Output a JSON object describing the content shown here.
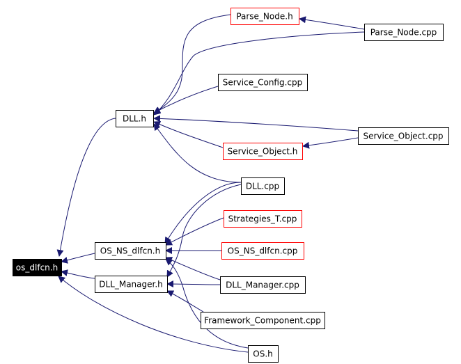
{
  "graph": {
    "nodes": [
      {
        "id": "os_dlfcn_h",
        "label": "os_dlfcn.h",
        "border": "#000000",
        "fill": "#000000",
        "text": "#ffffff"
      },
      {
        "id": "dll_h",
        "label": "DLL.h",
        "border": "#000000",
        "fill": "#ffffff",
        "text": "#000000"
      },
      {
        "id": "os_ns_dlfcn_h",
        "label": "OS_NS_dlfcn.h",
        "border": "#000000",
        "fill": "#ffffff",
        "text": "#000000"
      },
      {
        "id": "dll_manager_h",
        "label": "DLL_Manager.h",
        "border": "#000000",
        "fill": "#ffffff",
        "text": "#000000"
      },
      {
        "id": "parse_node_h",
        "label": "Parse_Node.h",
        "border": "#ff0000",
        "fill": "#ffffff",
        "text": "#000000"
      },
      {
        "id": "parse_node_cpp",
        "label": "Parse_Node.cpp",
        "border": "#000000",
        "fill": "#ffffff",
        "text": "#000000"
      },
      {
        "id": "service_config_cpp",
        "label": "Service_Config.cpp",
        "border": "#000000",
        "fill": "#ffffff",
        "text": "#000000"
      },
      {
        "id": "service_object_cpp",
        "label": "Service_Object.cpp",
        "border": "#000000",
        "fill": "#ffffff",
        "text": "#000000"
      },
      {
        "id": "service_object_h",
        "label": "Service_Object.h",
        "border": "#ff0000",
        "fill": "#ffffff",
        "text": "#000000"
      },
      {
        "id": "dll_cpp",
        "label": "DLL.cpp",
        "border": "#000000",
        "fill": "#ffffff",
        "text": "#000000"
      },
      {
        "id": "strategies_t_cpp",
        "label": "Strategies_T.cpp",
        "border": "#ff0000",
        "fill": "#ffffff",
        "text": "#000000"
      },
      {
        "id": "os_ns_dlfcn_cpp",
        "label": "OS_NS_dlfcn.cpp",
        "border": "#ff0000",
        "fill": "#ffffff",
        "text": "#000000"
      },
      {
        "id": "dll_manager_cpp",
        "label": "DLL_Manager.cpp",
        "border": "#000000",
        "fill": "#ffffff",
        "text": "#000000"
      },
      {
        "id": "framework_component_cpp",
        "label": "Framework_Component.cpp",
        "border": "#000000",
        "fill": "#ffffff",
        "text": "#000000"
      },
      {
        "id": "os_h",
        "label": "OS.h",
        "border": "#000000",
        "fill": "#ffffff",
        "text": "#000000"
      }
    ],
    "edges": [
      {
        "from": "dll_h",
        "to": "os_dlfcn_h"
      },
      {
        "from": "os_ns_dlfcn_h",
        "to": "os_dlfcn_h"
      },
      {
        "from": "dll_manager_h",
        "to": "os_dlfcn_h"
      },
      {
        "from": "os_h",
        "to": "os_dlfcn_h"
      },
      {
        "from": "parse_node_h",
        "to": "dll_h"
      },
      {
        "from": "parse_node_cpp",
        "to": "dll_h"
      },
      {
        "from": "service_config_cpp",
        "to": "dll_h"
      },
      {
        "from": "service_object_cpp",
        "to": "dll_h"
      },
      {
        "from": "service_object_h",
        "to": "dll_h"
      },
      {
        "from": "dll_cpp",
        "to": "dll_h"
      },
      {
        "from": "parse_node_cpp",
        "to": "parse_node_h"
      },
      {
        "from": "service_object_cpp",
        "to": "service_object_h"
      },
      {
        "from": "dll_cpp",
        "to": "os_ns_dlfcn_h"
      },
      {
        "from": "strategies_t_cpp",
        "to": "os_ns_dlfcn_h"
      },
      {
        "from": "os_ns_dlfcn_cpp",
        "to": "os_ns_dlfcn_h"
      },
      {
        "from": "dll_manager_cpp",
        "to": "os_ns_dlfcn_h"
      },
      {
        "from": "os_h",
        "to": "os_ns_dlfcn_h"
      },
      {
        "from": "dll_cpp",
        "to": "dll_manager_h"
      },
      {
        "from": "dll_manager_cpp",
        "to": "dll_manager_h"
      },
      {
        "from": "framework_component_cpp",
        "to": "dll_manager_h"
      }
    ],
    "edge_color": "#191970"
  }
}
